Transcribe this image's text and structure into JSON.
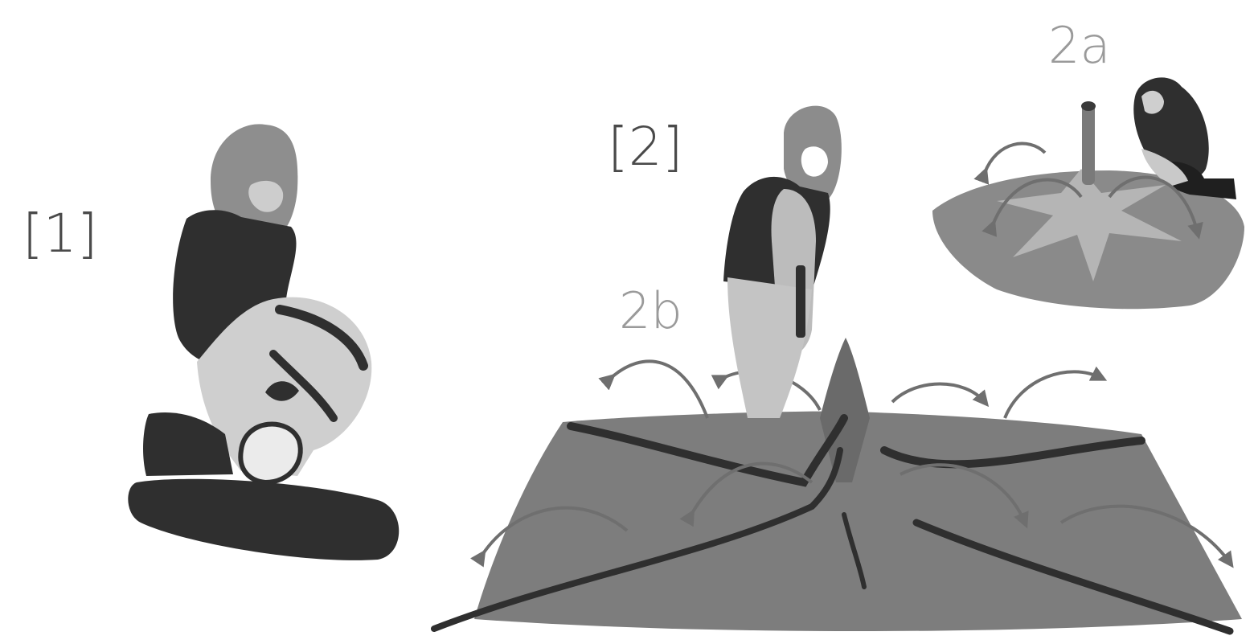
{
  "labels": {
    "scene_1": "[1]",
    "scene_2": "[2]",
    "scene_2a": "2a",
    "scene_2b": "2b"
  },
  "colors": {
    "dark": "#2f2f2f",
    "mid": "#8c8c8c",
    "light": "#c8c8c8",
    "ground": "#7d7d7d",
    "label_dark": "#4a4a4a",
    "label_light": "#9a9a9a"
  },
  "figures": {
    "scene_1": "kneeling-person-icon",
    "scene_2": "standing-person-icon",
    "scene_2a": "crouching-person-icon",
    "scene_2b": "cracked-ground-icon"
  }
}
